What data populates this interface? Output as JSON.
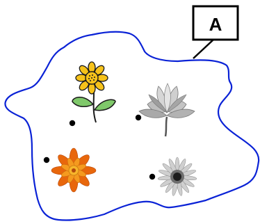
{
  "set_label": "A",
  "colors": {
    "outline": "#0a22d6",
    "label_line": "#000000",
    "dot": "#000000"
  },
  "elements": [
    {
      "name": "cartoon-sunflower-icon",
      "kind": "cartoon yellow flower"
    },
    {
      "name": "water-lily-photo",
      "kind": "grayscale water lily"
    },
    {
      "name": "orange-marigold-photo",
      "kind": "orange flower"
    },
    {
      "name": "gray-daisy-photo",
      "kind": "grayscale daisy"
    }
  ]
}
